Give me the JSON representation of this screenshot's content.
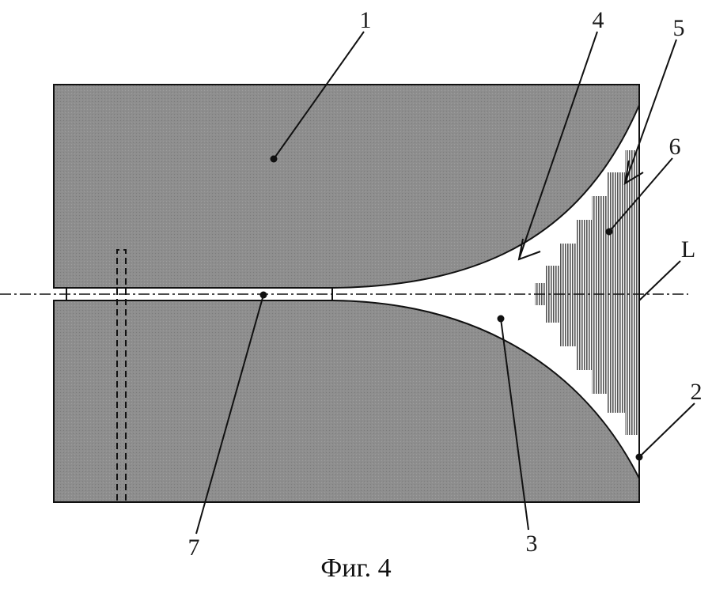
{
  "labels": {
    "ground_plane": "1",
    "edge_point": "2",
    "slot_region": "3",
    "flare_arrow": "4",
    "dielectric_arrow": "5",
    "dielectric_body": "6",
    "feed_slot": "7",
    "axis": "L"
  },
  "caption": "Фиг. 4",
  "colors": {
    "metal": "#8c8c8c",
    "outline": "#111111",
    "dielectric": "#555555",
    "background": "#ffffff"
  }
}
